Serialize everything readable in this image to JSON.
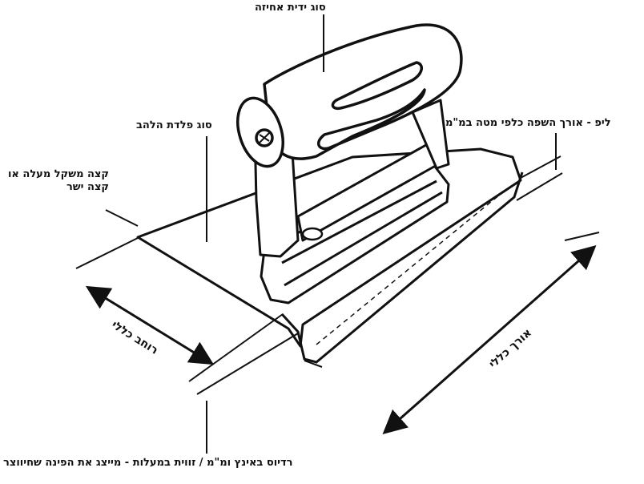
{
  "labels": {
    "handle_type": "סוג ידית אחיזה",
    "blade_type": "סוג פלדת הלהב",
    "lip_line1": "קצה משקל מעלה או",
    "lip_line2": "קצה ישר",
    "lip_length": "ליפ - אורך השפה כלפי מטה במ\"מ",
    "overall_width": "רוחב כללי",
    "overall_length": "אורך כללי",
    "radius_angle": "רדיוס באינץ ומ\"מ / זווית במעלות - מייצג את הפינה שחיווצר"
  },
  "colors": {
    "ink": "#111111",
    "paper": "#ffffff"
  }
}
